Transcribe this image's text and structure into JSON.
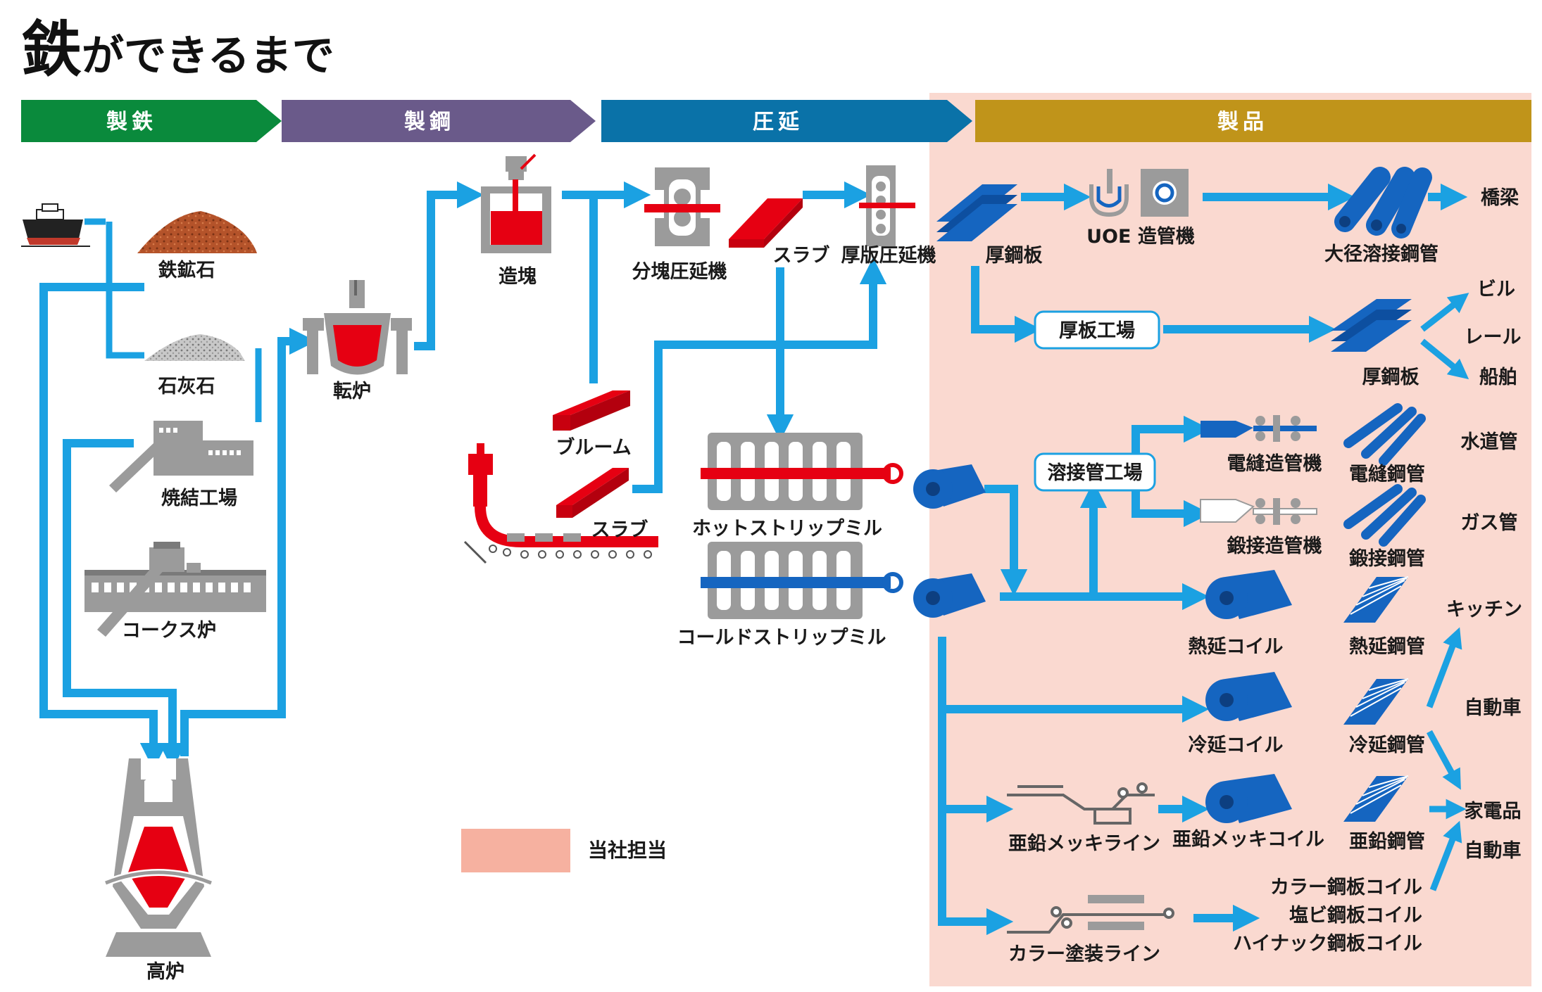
{
  "title_main": "鉄",
  "title_rest": "ができるまで",
  "stages": [
    {
      "label": "製鉄",
      "color": "#0a8a3c"
    },
    {
      "label": "製鋼",
      "color": "#6a5a8a"
    },
    {
      "label": "圧延",
      "color": "#0a72a8"
    },
    {
      "label": "製品",
      "color": "#c0941a"
    }
  ],
  "colors": {
    "flow": "#1ba1e2",
    "product_zone": "#fad9d0",
    "molten": "#e60012",
    "steel_blue": "#1565c0",
    "machine_gray": "#9b9b9b",
    "legend": "#f6b1a0"
  },
  "labels": {
    "iron_ore": "鉄鉱石",
    "limestone": "石灰石",
    "sinter_plant": "焼結工場",
    "coke_oven": "コークス炉",
    "blast_furnace": "高炉",
    "converter": "転炉",
    "ingot": "造塊",
    "blooming_mill": "分塊圧延機",
    "slab_top": "スラブ",
    "plate_mill": "厚版圧延機",
    "bloom": "ブルーム",
    "slab_cc": "スラブ",
    "hot_strip_mill": "ホットストリップミル",
    "cold_strip_mill": "コールドストリップミル",
    "thick_plate_1": "厚鋼板",
    "uoe": "UOE 造管機",
    "large_pipe": "大径溶接鋼管",
    "plate_factory": "厚板工場",
    "thick_plate_2": "厚鋼板",
    "welded_pipe_factory": "溶接管工場",
    "erw_machine": "電縫造管機",
    "erw_pipe": "電縫鋼管",
    "forge_machine": "鍛接造管機",
    "forge_pipe": "鍛接鋼管",
    "hot_coil": "熱延コイル",
    "hot_pipe": "熱延鋼管",
    "cold_coil": "冷延コイル",
    "cold_pipe": "冷延鋼管",
    "galv_line": "亜鉛メッキライン",
    "galv_coil": "亜鉛メッキコイル",
    "galv_pipe": "亜鉛鋼管",
    "paint_line": "カラー塗装ライン",
    "color_coil": "カラー鋼板コイル",
    "pvc_coil": "塩ビ鋼板コイル",
    "hinak_coil": "ハイナック鋼板コイル",
    "bridge": "橋梁",
    "building": "ビル",
    "rail": "レール",
    "ship": "船舶",
    "water": "水道管",
    "gas": "ガス管",
    "kitchen": "キッチン",
    "car1": "自動車",
    "appliance": "家電品",
    "car2": "自動車",
    "legend": "当社担当"
  }
}
